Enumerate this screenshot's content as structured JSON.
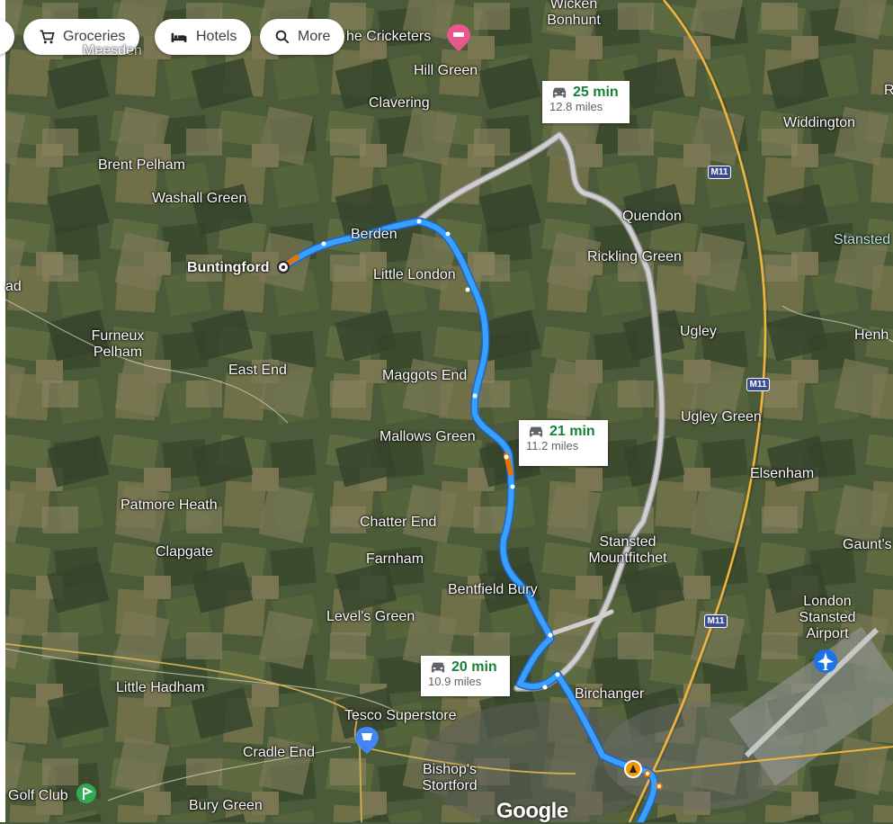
{
  "chips": [
    {
      "label": "Groceries",
      "icon": "cart-icon"
    },
    {
      "label": "Hotels",
      "icon": "bed-icon"
    },
    {
      "label": "More",
      "icon": "search-icon"
    }
  ],
  "places": {
    "wicken_bonhunt": "Wicken\nBonhunt",
    "the_cricketers": "he Cricketers",
    "meesden": "Meesden",
    "hill_green": "Hill Green",
    "clavering": "Clavering",
    "widdington": "Widdington",
    "brent_pelham": "Brent Pelham",
    "washall_green": "Washall Green",
    "quendon": "Quendon",
    "stansted": "Stansted",
    "berden": "Berden",
    "buntingford": "Buntingford",
    "rickling_green": "Rickling Green",
    "little_london": "Little London",
    "ad": "ad",
    "furneux_pelham": "Furneux\nPelham",
    "ugley": "Ugley",
    "henh": "Henh",
    "east_end": "East End",
    "maggots_end": "Maggots End",
    "ugley_green": "Ugley Green",
    "mallows_green": "Mallows Green",
    "elsenham": "Elsenham",
    "patmore_heath": "Patmore Heath",
    "chatter_end": "Chatter End",
    "stansted_mountfitchet": "Stansted\nMountfitchet",
    "gaunts": "Gaunt's",
    "clapgate": "Clapgate",
    "farnham": "Farnham",
    "bentfield_bury": "Bentfield Bury",
    "london_stansted_airport": "London\nStansted\nAirport",
    "levels_green": "Level's Green",
    "little_hadham": "Little Hadham",
    "birchanger": "Birchanger",
    "tesco_superstore": "Tesco Superstore",
    "cradle_end": "Cradle End",
    "bishops_stortford": "Bishop's\nStortford",
    "golf_club": "Golf Club",
    "bury_green": "Bury Green",
    "r": "R"
  },
  "routes": [
    {
      "time": "25 min",
      "distance": "12.8 miles",
      "selected": false
    },
    {
      "time": "21 min",
      "distance": "11.2 miles",
      "selected": true
    },
    {
      "time": "20 min",
      "distance": "10.9 miles",
      "selected": false
    }
  ],
  "road_shields": [
    "M11",
    "M11",
    "M11"
  ],
  "logo": "Google",
  "colors": {
    "route_primary": "#1a8cff",
    "route_alt": "#bdbdbd",
    "traffic": "#e37400",
    "time_green": "#188038",
    "motorway": "#f2b43c"
  }
}
